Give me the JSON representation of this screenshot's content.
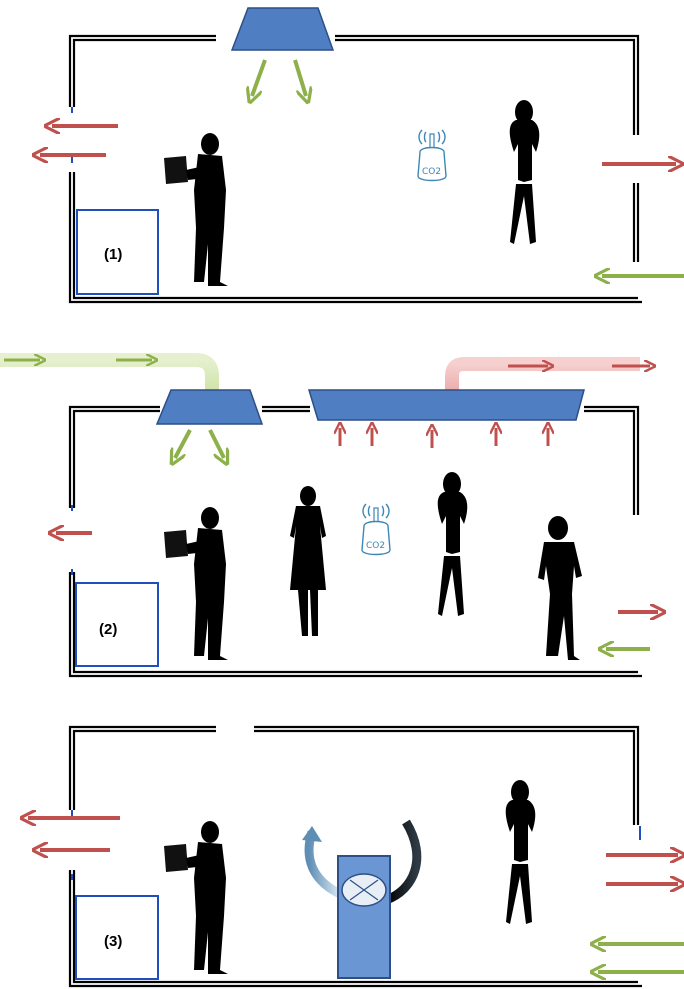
{
  "rooms": [
    {
      "label": "(1)",
      "scenario": "window ventilation with supply diffuser"
    },
    {
      "label": "(2)",
      "scenario": "mechanical supply and extract ventilation"
    },
    {
      "label": "(3)",
      "scenario": "window ventilation with room air purifier"
    }
  ],
  "co2_sensor": {
    "text": "CO2"
  },
  "colors": {
    "wall": "#000000",
    "duct_fill": "#4f7fc2",
    "duct_stroke": "#2d4f86",
    "exhaust_arrow": "#c0504d",
    "supply_arrow": "#8db04a",
    "label_box": "#1f4fbf",
    "window": "#1f4fbf"
  }
}
